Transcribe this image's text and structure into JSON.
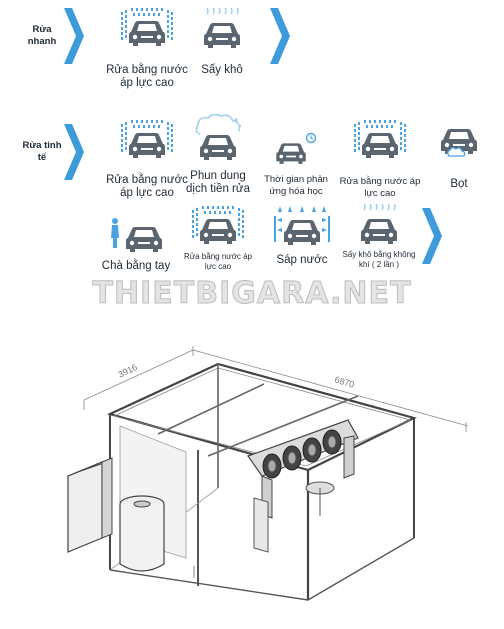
{
  "rows": {
    "quick": {
      "label": "Rửa\nnhanh",
      "steps": [
        {
          "caption": "Rửa bằng nước\náp lực cao",
          "icon": "high-pressure-wash-icon"
        },
        {
          "caption": "Sấy khô",
          "icon": "dry-icon"
        }
      ]
    },
    "detailed": {
      "label": "Rửa tinh\ntế",
      "steps_row1": [
        {
          "caption": "Rửa bằng nước\náp lực cao",
          "icon": "high-pressure-wash-icon"
        },
        {
          "caption": "Phun dung\ndịch tiền rửa",
          "icon": "pre-wash-spray-icon"
        },
        {
          "caption": "Thời gian phản\nứng hóa học",
          "icon": "reaction-time-icon"
        },
        {
          "caption": "Rửa bằng nước áp\nlực cao",
          "icon": "high-pressure-wash-icon"
        },
        {
          "caption": "Bọt",
          "icon": "foam-icon"
        }
      ],
      "steps_row2": [
        {
          "caption": "Chà bằng tay",
          "icon": "hand-scrub-icon"
        },
        {
          "caption": "Rửa bằng nước áp\nlực cao",
          "icon": "high-pressure-wash-icon"
        },
        {
          "caption": "Sáp nước",
          "icon": "water-wax-icon"
        },
        {
          "caption": "Sấy khô bằng không\nkhí ( 2 lần )",
          "icon": "air-dry-icon"
        }
      ]
    }
  },
  "watermark": "THIETBIGARA.NET",
  "dimensions": {
    "depth": "3916",
    "length": "6870"
  },
  "colors": {
    "chevron": "#3d9bd9",
    "water": "#4aa3df",
    "car": "#5b6570",
    "foam": "#9fd0ee"
  }
}
